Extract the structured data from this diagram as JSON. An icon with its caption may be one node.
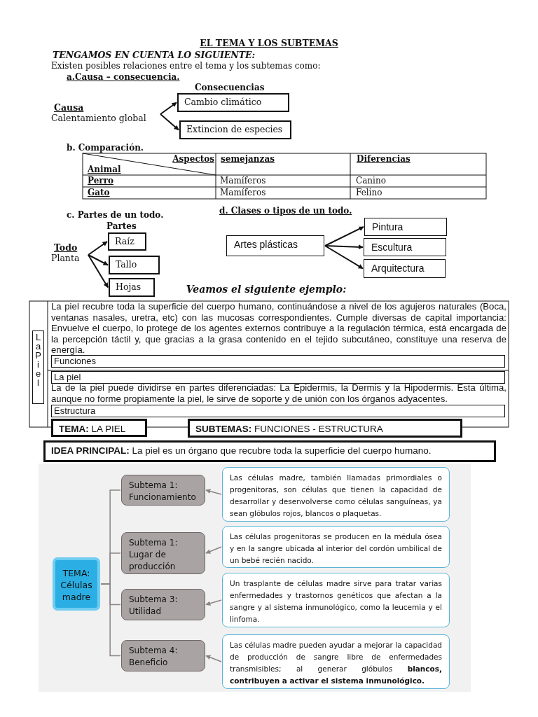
{
  "diagram": {
    "title": "EL TEMA Y LOS SUBTEMAS",
    "nodes": [
      {
        "text": [
          "Causa",
          "Calentamiento global"
        ]
      },
      {
        "text": [
          "Cambio climático"
        ]
      },
      {
        "text": [
          "Extincion de especies"
        ]
      },
      {
        "text": [
          "Todo",
          "Planta"
        ]
      },
      {
        "text": [
          "Raíz"
        ]
      },
      {
        "text": [
          "Tallo"
        ]
      },
      {
        "text": [
          "Hojas"
        ]
      },
      {
        "text": [
          "Artes plásticas"
        ]
      },
      {
        "text": [
          "Pintura"
        ]
      },
      {
        "text": [
          "Escultura"
        ]
      },
      {
        "text": [
          "Arquitectura"
        ]
      },
      {
        "text": [
          "La Piel"
        ]
      },
      {
        "text": [
          "Funciones"
        ]
      },
      {
        "text": [
          "La piel"
        ]
      },
      {
        "text": [
          "Estructura"
        ]
      },
      {
        "text": [
          "**TEMA:** LA PIEL"
        ]
      },
      {
        "text": [
          "**SUBTEMAS:** FUNCIONES -  ESTRUCTURA"
        ]
      },
      {
        "text": [
          "**IDEA PRINCIPAL:** La piel es un órgano que recubre toda la superficie del cuerpo humano."
        ]
      },
      {
        "text": [
          "TEMA: Células madre"
        ]
      },
      {
        "text": [
          "Subtema 1: Funcionamiento"
        ]
      },
      {
        "text": [
          "Subtema 1: Lugar de producción"
        ]
      },
      {
        "text": [
          "Subtema 3: Utilidad"
        ]
      },
      {
        "text": [
          "Subtema 4: Beneficio"
        ]
      },
      {
        "text": [
          "Las células madre, también llamadas primordiales o progenitoras, son células que tienen la capacidad de desarrollar y desenvolverse como células sanguíneas, ya sean glóbulos rojos, blancos o plaquetas."
        ]
      },
      {
        "text": [
          "Las células progenitoras se producen en la médula ósea y en la sangre ubicada al interior del cordón umbilical de un bebé recién nacido."
        ]
      },
      {
        "text": [
          "Un trasplante de células madre sirve para tratar varias enfermedades y trastornos genéticos que afectan a la sangre y al sistema inmunológico, como la leucemia y el linfoma."
        ]
      },
      {
        "text": [
          "Las células madre pueden ayudar a mejorar la capacidad de producción de sangre libre de enfermedades transmisibles; al generar glóbulos **blancos, contribuyen a activar el sistema inmunológico.**"
        ]
      }
    ],
    "edges": [
      {
        "from": 0,
        "to": 1,
        "arrow": "to"
      },
      {
        "from": 0,
        "to": 2,
        "arrow": "to"
      },
      {
        "from": 3,
        "to": 4,
        "arrow": "to"
      },
      {
        "from": 3,
        "to": 5,
        "arrow": "to"
      },
      {
        "from": 3,
        "to": 6,
        "arrow": "to"
      },
      {
        "from": 7,
        "to": 8,
        "arrow": "to"
      },
      {
        "from": 7,
        "to": 9,
        "arrow": "to"
      },
      {
        "from": 7,
        "to": 10,
        "arrow": "to"
      },
      {
        "from": 18,
        "to": 19,
        "arrow": "none",
        "color": "#8c8484"
      },
      {
        "from": 18,
        "to": 20,
        "arrow": "none",
        "color": "#8c8484"
      },
      {
        "from": 18,
        "to": 21,
        "arrow": "none",
        "color": "#8c8484"
      },
      {
        "from": 18,
        "to": 22,
        "arrow": "none",
        "color": "#8c8484"
      },
      {
        "from": 23,
        "to": 19,
        "arrow": "to",
        "color": "#8c8484"
      },
      {
        "from": 24,
        "to": 20,
        "arrow": "to",
        "color": "#8c8484"
      },
      {
        "from": 25,
        "to": 21,
        "arrow": "to",
        "color": "#8c8484"
      },
      {
        "from": 26,
        "to": 22,
        "arrow": "to",
        "color": "#8c8484"
      }
    ],
    "labels": [
      "TENGAMOS EN CUENTA LO SIGUIENTE:",
      "Existen posibles relaciones entre el tema y los subtemas como:",
      "a.Causa – consecuencia.",
      "Consecuencias",
      "b. Comparación.",
      "Aspectos",
      "semejanzas",
      "Diferencias",
      "Animal",
      "Perro",
      "Mamíferos",
      "Canino",
      "Gato",
      "Mamíferos",
      "Felino",
      "c. Partes de un todo.",
      "Partes",
      "d. Clases o tipos de un todo.",
      "Veamos el siguiente ejemplo:",
      "La piel recubre toda la superficie del cuerpo humano, continuándose a nivel de los agujeros naturales (Boca, ventanas nasales, uretra, etc) con las mucosas correspondientes. Cumple diversas  de capital importancia: Envuelve el cuerpo, lo protege de los agentes externos  contribuye a la regulación térmica, está encargada de la percepción táctil y, que gracias a la grasa contenido en el tejido subcutáneo, constituye una reserva de energía.",
      "La  de la piel puede dividirse en partes diferenciadas: La Epidermis, la Dermis y la Hipodermis. Esta última, aunque no forme propiamente la piel, le sirve de soporte y de unión con los órganos adyacentes."
    ]
  }
}
